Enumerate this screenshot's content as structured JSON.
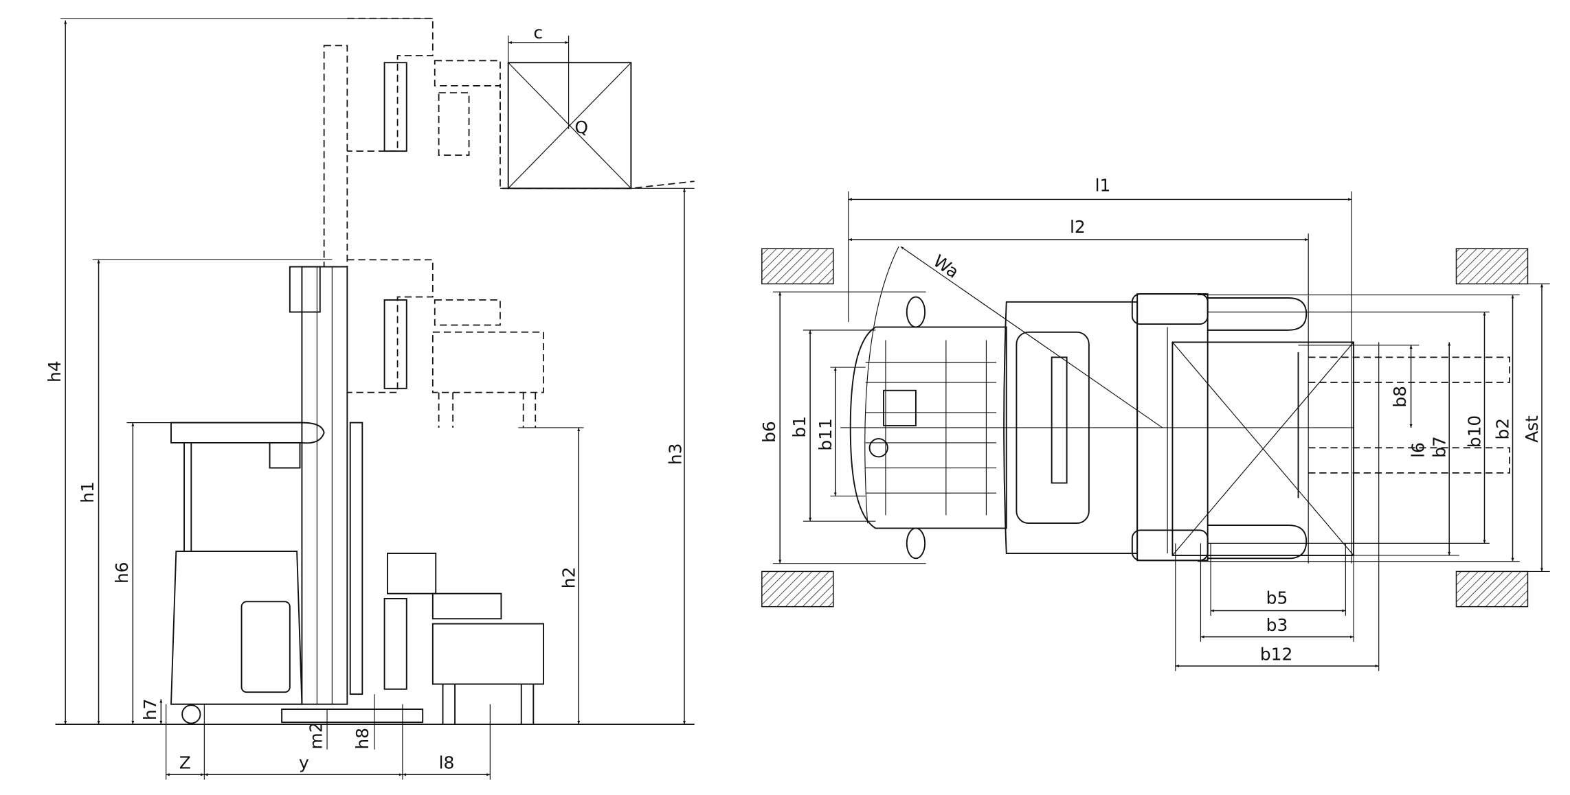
{
  "side_view": {
    "labels": {
      "c": "c",
      "Q": "Q",
      "h4": "h4",
      "h1": "h1",
      "h6": "h6",
      "h7": "h7",
      "h3": "h3",
      "h2": "h2",
      "m2": "m2",
      "h8": "h8",
      "z": "Z",
      "y": "y",
      "l8": "l8"
    }
  },
  "top_view": {
    "labels": {
      "l1": "l1",
      "l2": "l2",
      "Wa": "Wa",
      "b6": "b6",
      "b1": "b1",
      "b11": "b11",
      "b8": "b8",
      "l6": "l6",
      "b7": "b7",
      "b10": "b10",
      "b2": "b2",
      "Ast": "Ast",
      "b5": "b5",
      "b3": "b3",
      "b12": "b12"
    }
  }
}
